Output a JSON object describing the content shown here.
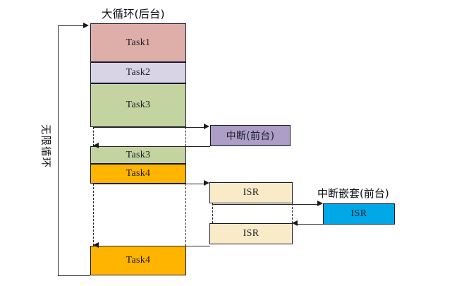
{
  "diagram": {
    "title_background": "大循环(后台)",
    "loop_label": "无限循环",
    "foreground_interrupt_label": "中断(前台)",
    "nested_interrupt_label": "中断嵌套(前台)",
    "footer_note": "",
    "colors": {
      "task1": "#DEAFA9",
      "task2": "#D8D4E6",
      "task3": "#C3D4A0",
      "task4": "#FFB400",
      "interrupt": "#AC9EC6",
      "isr": "#FAEBC8",
      "isr_nested": "#00A8E8",
      "outline": "#1A1A2E"
    },
    "background_tasks": [
      {
        "name": "task1-block",
        "label": "Task1"
      },
      {
        "name": "task2-block",
        "label": "Task2"
      },
      {
        "name": "task3-block",
        "label": "Task3"
      },
      {
        "name": "task3-resume-block",
        "label": "Task3"
      },
      {
        "name": "task4-block",
        "label": "Task4"
      },
      {
        "name": "task4-resume-block",
        "label": "Task4"
      }
    ],
    "interrupt_blocks": [
      {
        "name": "interrupt-block",
        "label": "中断(前台)"
      }
    ],
    "isr_blocks": [
      {
        "name": "isr-block-first",
        "label": "ISR"
      },
      {
        "name": "isr-block-second",
        "label": "ISR"
      },
      {
        "name": "isr-nested-block",
        "label": "ISR"
      }
    ]
  }
}
